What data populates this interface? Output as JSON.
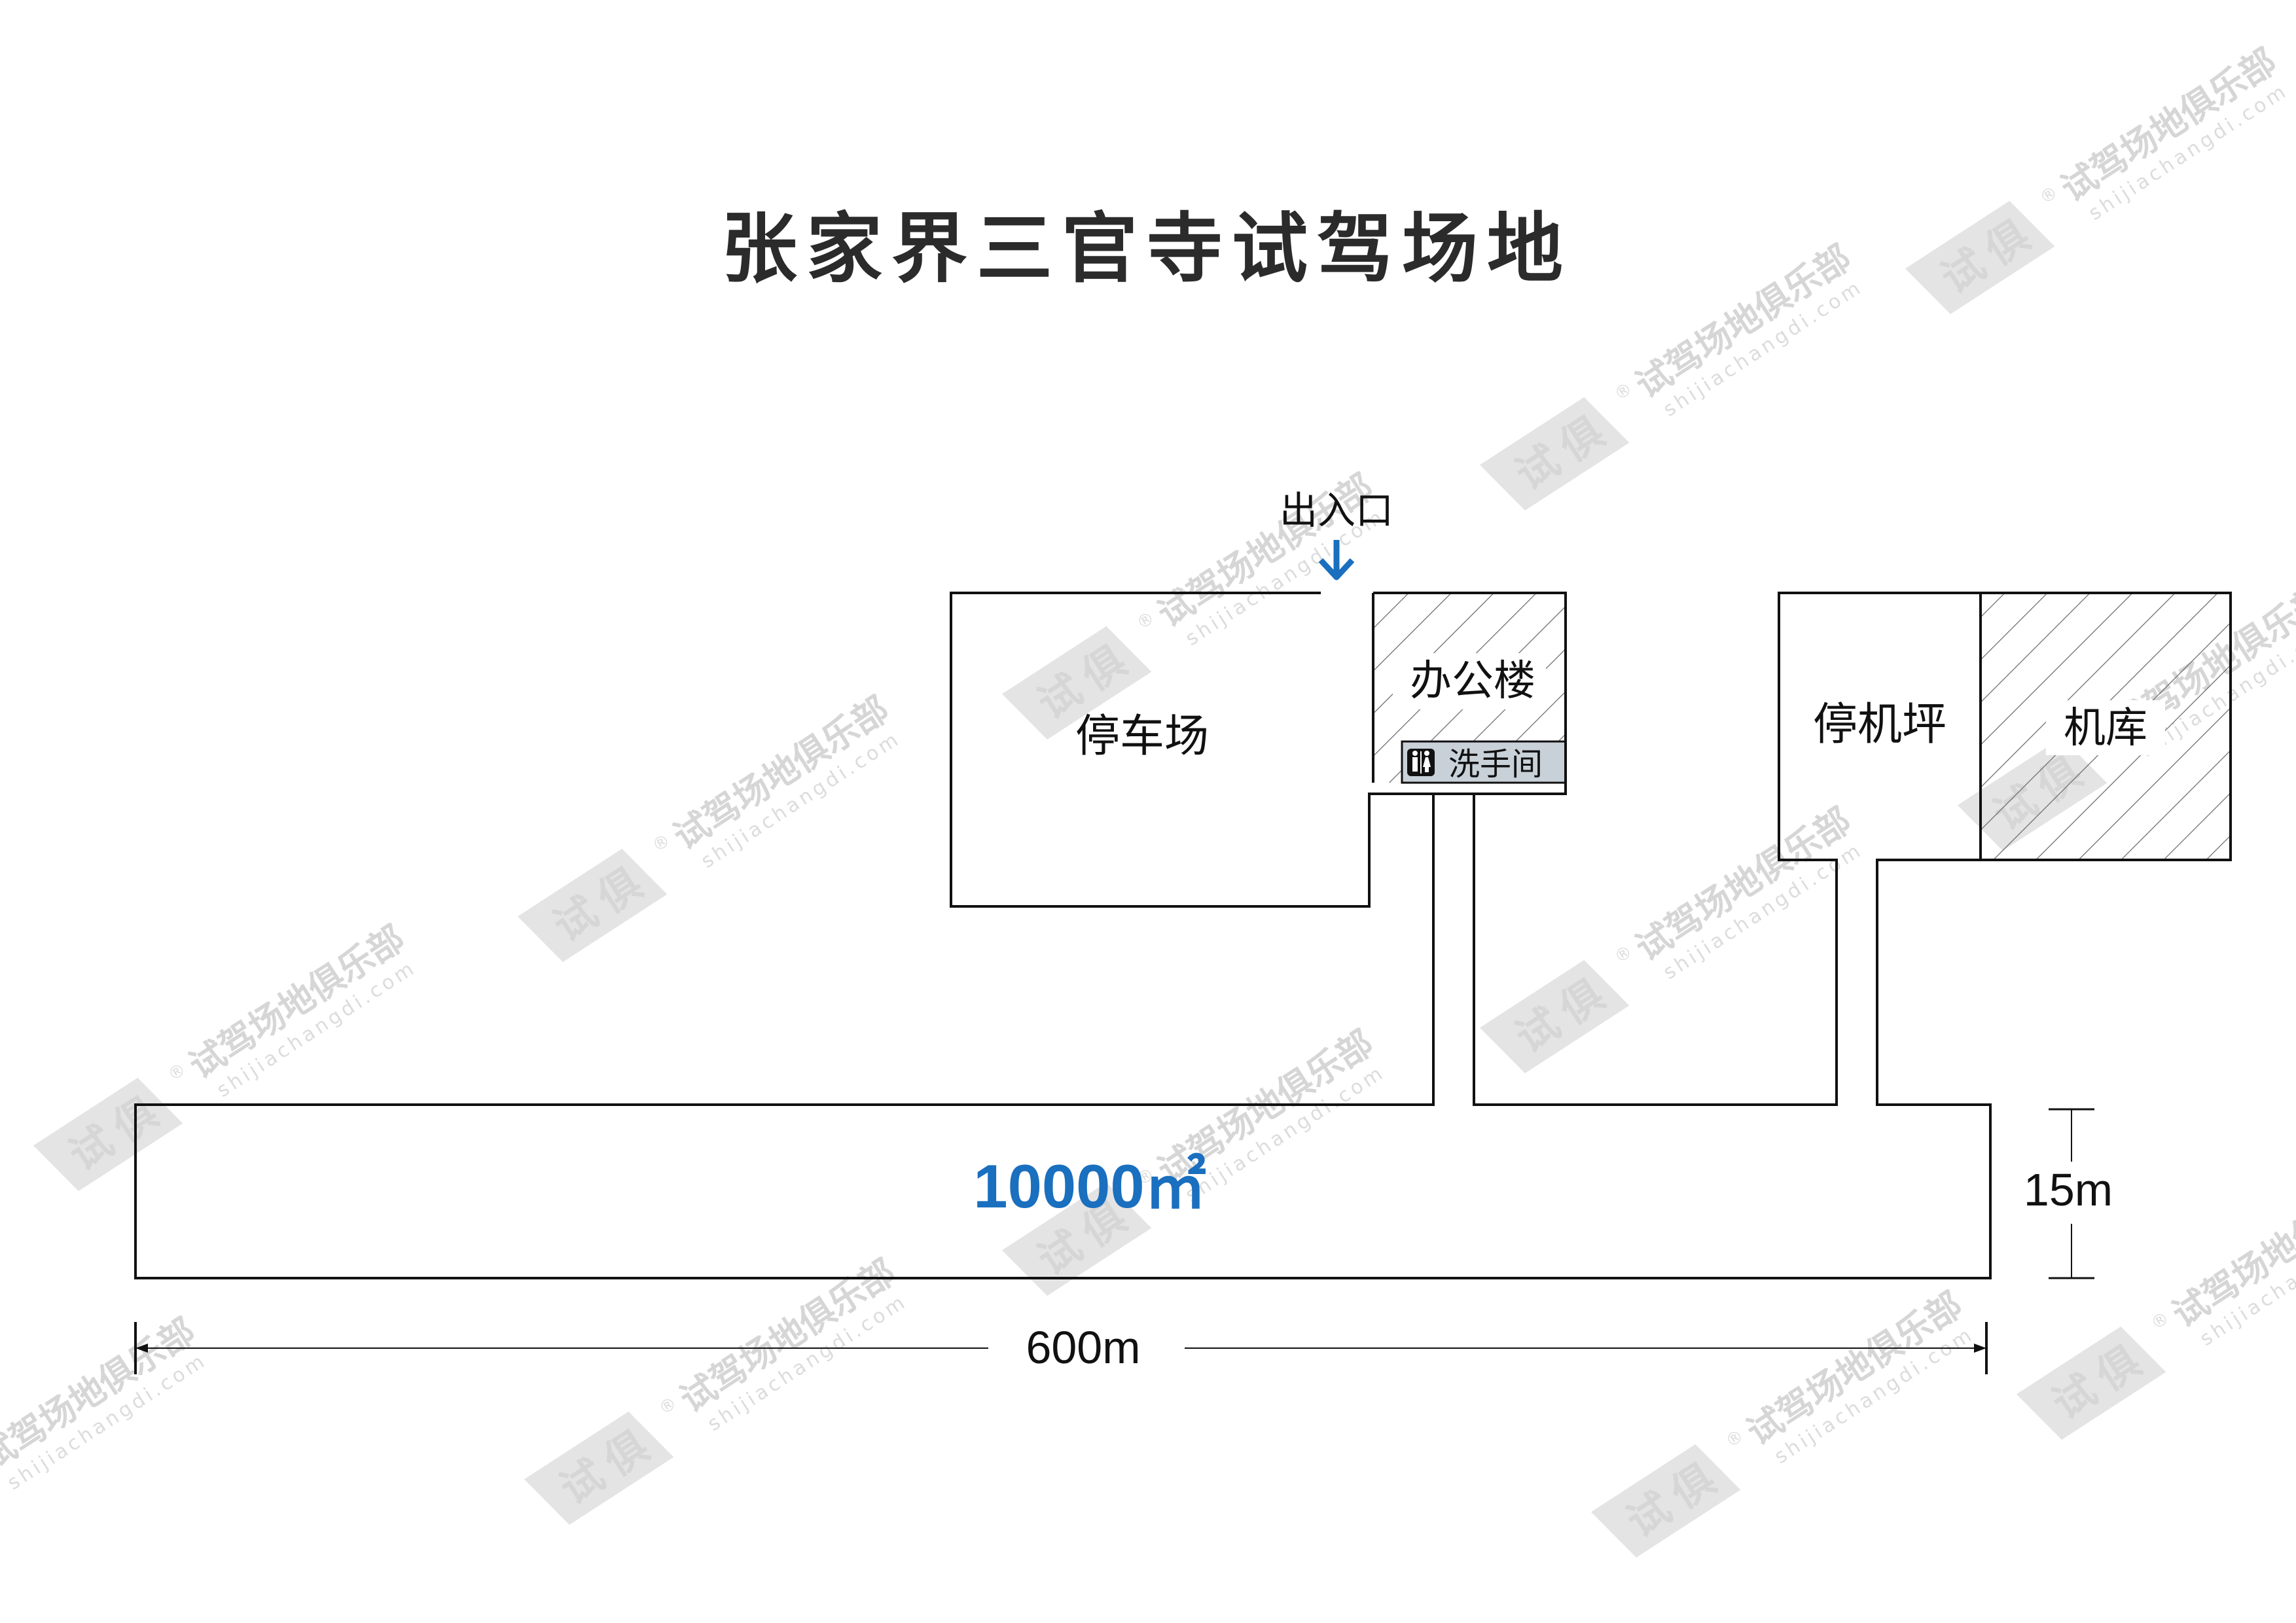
{
  "title": "张家界三官寺试驾场地",
  "entrance": {
    "label": "出入口",
    "arrow_color": "#1a6fbf"
  },
  "zones": {
    "parking": "停车场",
    "office": "办公楼",
    "restroom": "洗手间",
    "apron": "停机坪",
    "hangar": "机库"
  },
  "track": {
    "area": "10000㎡",
    "area_color": "#1a6fbf",
    "length": "600m",
    "width": "15m"
  },
  "watermark": {
    "brand": "试驾场地俱乐部",
    "domain": "shijiachangdi.com",
    "badge_1": "试",
    "badge_2": "俱",
    "registered": "®"
  },
  "colors": {
    "outline": "#111111",
    "restroom_fill": "#c8d0d8",
    "hatch": "#555555"
  }
}
